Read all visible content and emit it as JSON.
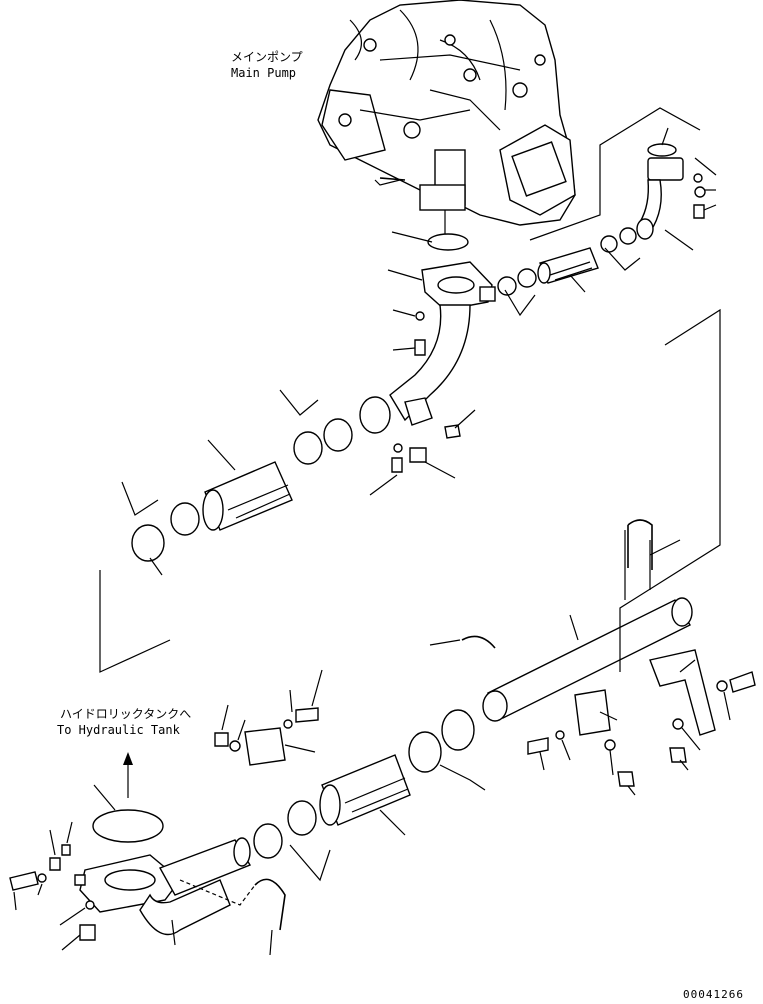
{
  "labels": {
    "main_pump_jp": "メインポンプ",
    "main_pump_en": "Main Pump",
    "to_tank_jp": "ハイドロリックタンクへ",
    "to_tank_en": "To Hydraulic Tank",
    "drawing_number": "00041266"
  }
}
